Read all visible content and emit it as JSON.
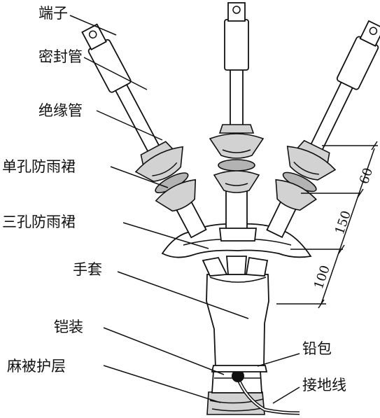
{
  "labels": {
    "terminal": "端子",
    "seal_tube": "密封管",
    "insulating_tube": "绝缘管",
    "single_hole_shed": "单孔防雨裙",
    "triple_hole_shed": "三孔防雨裙",
    "glove": "手套",
    "armor": "铠装",
    "lead_sheath": "铅包",
    "jute_layer": "麻被护层",
    "ground_wire": "接地线"
  },
  "dimensions": [
    "60",
    "150",
    "100"
  ]
}
